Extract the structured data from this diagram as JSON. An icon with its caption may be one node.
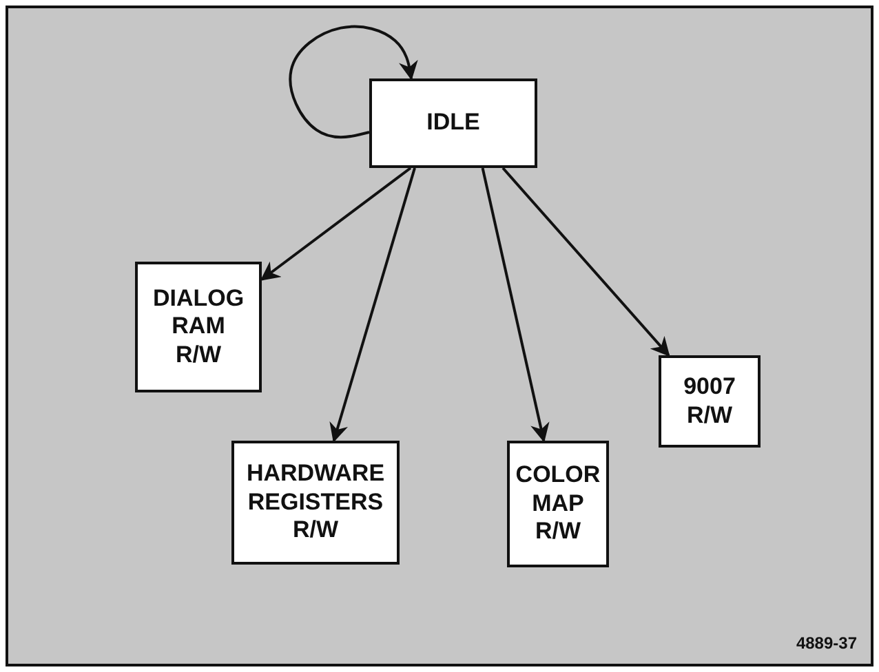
{
  "diagram": {
    "nodes": [
      {
        "text": [
          "IDLE"
        ]
      },
      {
        "text": [
          "DIALOG RAM R/W"
        ]
      },
      {
        "text": [
          "9007 R/W"
        ]
      },
      {
        "text": [
          "HARDWARE REGISTERS R/W"
        ]
      },
      {
        "text": [
          "COLOR MAP R/W"
        ]
      }
    ],
    "edges": [
      {
        "from": 0,
        "to": 0,
        "arrow": "to"
      },
      {
        "from": 0,
        "to": 1,
        "arrow": "to"
      },
      {
        "from": 0,
        "to": 3,
        "arrow": "to"
      },
      {
        "from": 0,
        "to": 4,
        "arrow": "to"
      },
      {
        "from": 0,
        "to": 2,
        "arrow": "to"
      }
    ],
    "labels": [
      "4889-37"
    ]
  }
}
